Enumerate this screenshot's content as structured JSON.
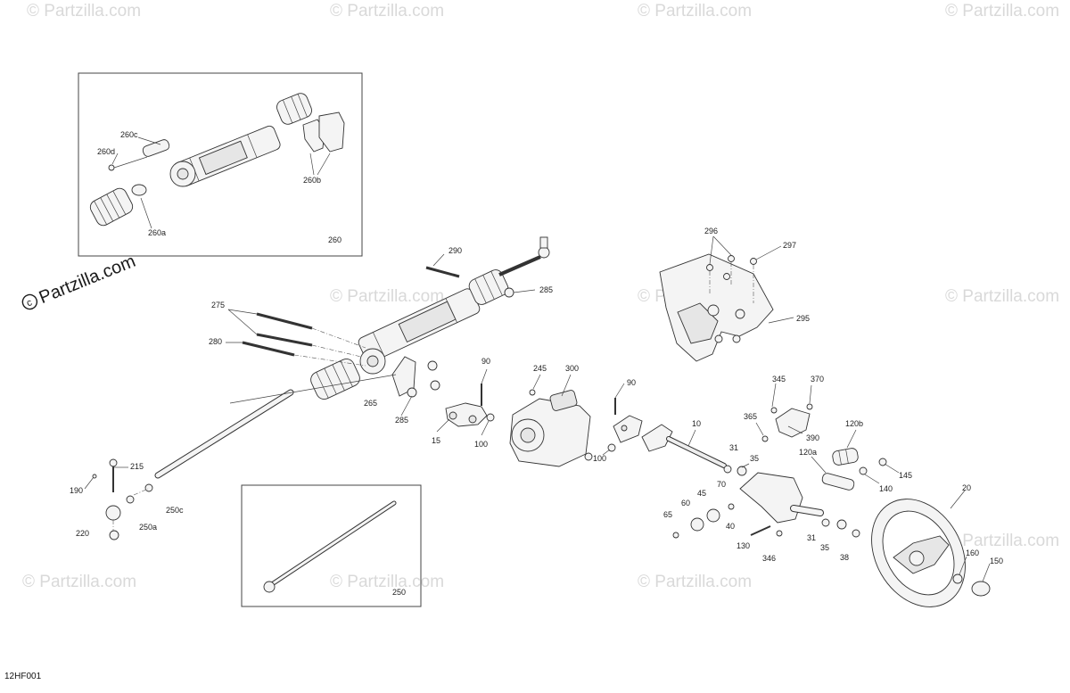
{
  "watermark": {
    "text": "© Partzilla.com",
    "copyright_symbol": "©",
    "brand": "Partzilla.com"
  },
  "diagram_code": "12HF001",
  "inset_labels": {
    "rack_assembly": "260",
    "tie_rod": "250"
  },
  "part_labels": {
    "260c": "260c",
    "260d": "260d",
    "260a": "260a",
    "260b": "260b",
    "290": "290",
    "285a": "285",
    "275": "275",
    "280": "280",
    "265": "265",
    "285b": "285",
    "215": "215",
    "190": "190",
    "220": "220",
    "250a": "250a",
    "250c": "250c",
    "90a": "90",
    "245": "245",
    "300": "300",
    "15": "15",
    "100a": "100",
    "90b": "90",
    "100b": "100",
    "10": "10",
    "31a": "31",
    "35a": "35",
    "296": "296",
    "297": "297",
    "295": "295",
    "345": "345",
    "370": "370",
    "365": "365",
    "390": "390",
    "120b": "120b",
    "120a": "120a",
    "145": "145",
    "140": "140",
    "45": "45",
    "70": "70",
    "60": "60",
    "65": "65",
    "40": "40",
    "130": "130",
    "346": "346",
    "31b": "31",
    "35b": "35",
    "38": "38",
    "20": "20",
    "160": "160",
    "150": "150"
  },
  "icons": [
    "copyright-icon"
  ]
}
